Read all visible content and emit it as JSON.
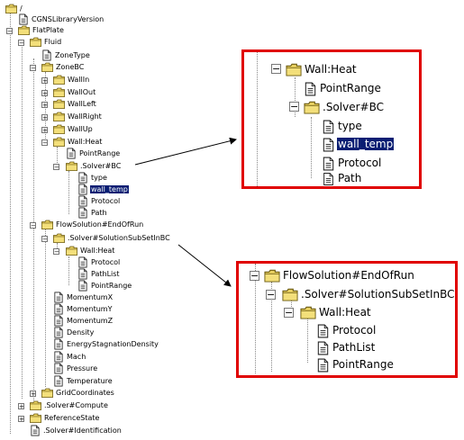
{
  "tree": {
    "root": "/",
    "library_version": "CGNSLibraryVersion",
    "base": "FlatPlate",
    "zone": "Fluid",
    "zone_type": "ZoneType",
    "zone_bc": "ZoneBC",
    "walls": [
      "WallIn",
      "WallOut",
      "WallLeft",
      "WallRight",
      "WallUp",
      "Wall:Heat"
    ],
    "point_range": "PointRange",
    "solver_bc": ".Solver#BC",
    "type": "type",
    "wall_temp": "wall_temp",
    "protocol": "Protocol",
    "path": "Path",
    "flow_solution": "FlowSolution#EndOfRun",
    "solver_subset": ".Solver#SolutionSubSetInBC",
    "wall_heat": "Wall:Heat",
    "path_list": "PathList",
    "fields": [
      "MomentumX",
      "MomentumY",
      "MomentumZ",
      "Density",
      "EnergyStagnationDensity",
      "Mach",
      "Pressure",
      "Temperature"
    ],
    "grid_coordinates": "GridCoordinates",
    "solver_compute": ".Solver#Compute",
    "reference_state": "ReferenceState",
    "solver_identification": ".Solver#Identification"
  },
  "zoom_top": {
    "wall_heat": "Wall:Heat",
    "point_range": "PointRange",
    "solver_bc": ".Solver#BC",
    "type": "type",
    "wall_temp": "wall_temp",
    "protocol": "Protocol",
    "path": "Path"
  },
  "zoom_bottom": {
    "flow_solution": "FlowSolution#EndOfRun",
    "solver_subset": ".Solver#SolutionSubSetInBC",
    "wall_heat": "Wall:Heat",
    "protocol": "Protocol",
    "path_list": "PathList",
    "point_range": "PointRange"
  },
  "colors": {
    "highlight": "#0a1e73",
    "frame": "#e00000",
    "folder": "#e8d060"
  },
  "icons": {
    "folder": "folder-icon",
    "file": "file-icon",
    "expander": "expander-icon"
  }
}
